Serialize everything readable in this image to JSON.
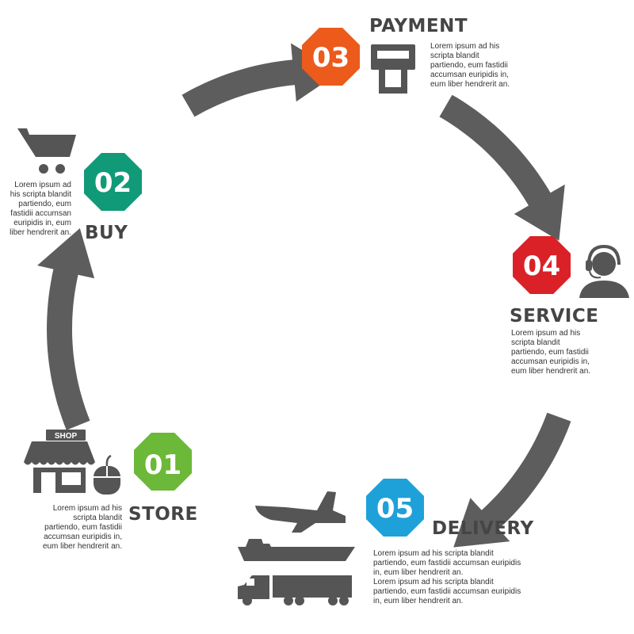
{
  "colors": {
    "arrow": "#5d5d5d",
    "icon": "#555555",
    "step01": "#6cb838",
    "step02": "#119a78",
    "step03": "#ec5a1c",
    "step04": "#da2128",
    "step05": "#1ea1d9"
  },
  "steps": [
    {
      "number": "01",
      "title": "STORE",
      "icon": "shop-and-mouse-icon",
      "icon_label": "SHOP",
      "description": [
        "Lorem ipsum ad his",
        "scripta blandit",
        "partiendo, eum fastidii",
        "accumsan euripidis in,",
        "eum liber hendrerit an."
      ]
    },
    {
      "number": "02",
      "title": "BUY",
      "icon": "shopping-cart-icon",
      "description": [
        "Lorem ipsum ad",
        "his scripta blandit",
        "partiendo, eum",
        "fastidii accumsan",
        "euripidis in, eum",
        "liber hendrerit an."
      ]
    },
    {
      "number": "03",
      "title": "PAYMENT",
      "icon": "card-reader-icon",
      "description": [
        "Lorem ipsum ad his",
        "scripta blandit",
        "partiendo, eum fastidii",
        "accumsan euripidis in,",
        "eum liber hendrerit an."
      ]
    },
    {
      "number": "04",
      "title": "SERVICE",
      "icon": "headset-operator-icon",
      "description": [
        "Lorem ipsum ad his",
        "scripta blandit",
        "partiendo, eum fastidii",
        "accumsan euripidis in,",
        "eum liber hendrerit an."
      ]
    },
    {
      "number": "05",
      "title": "DELIVERY",
      "icon": "airplane-ship-truck-icon",
      "description": [
        "Lorem ipsum ad his scripta blandit",
        "partiendo, eum fastidii accumsan euripidis",
        "in, eum liber hendrerit an.",
        "Lorem ipsum ad his scripta blandit",
        "partiendo, eum fastidii accumsan euripidis",
        "in, eum liber hendrerit an."
      ]
    }
  ]
}
